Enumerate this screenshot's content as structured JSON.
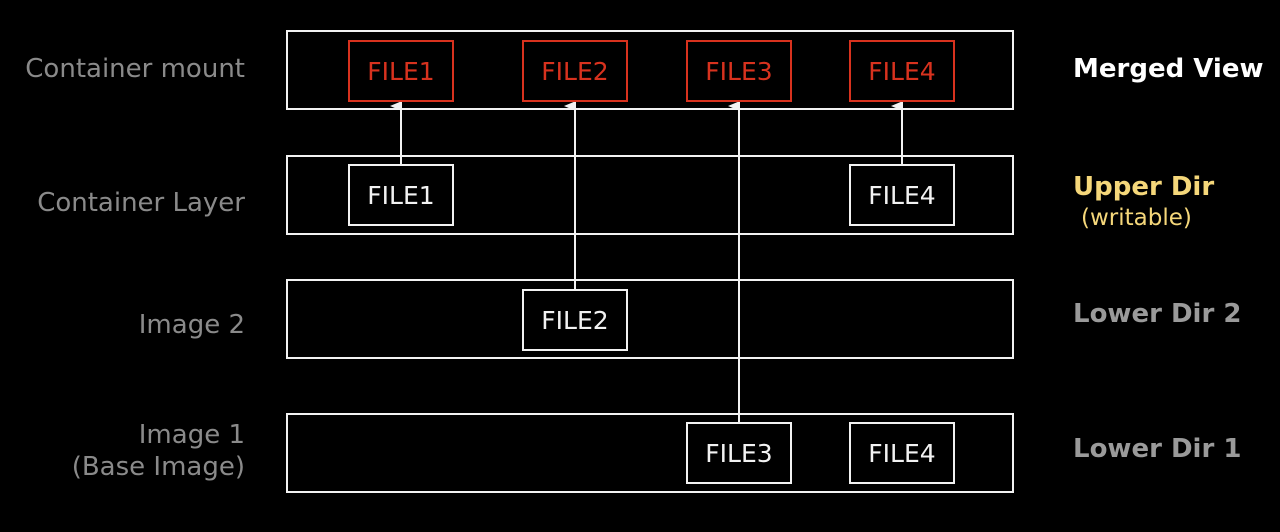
{
  "layers": [
    {
      "left_label": "Container mount",
      "right_label": "Merged View",
      "right_sub": "",
      "right_color": "#ffffff"
    },
    {
      "left_label": "Container Layer",
      "right_label": "Upper Dir",
      "right_sub": "(writable)",
      "right_color": "#f5d77a"
    },
    {
      "left_label": "Image 2",
      "right_label": "Lower Dir 2",
      "right_sub": "",
      "right_color": "#9a9a9a"
    },
    {
      "left_label": "Image 1",
      "left_sub": "(Base Image)",
      "right_label": "Lower Dir 1",
      "right_sub": "",
      "right_color": "#9a9a9a"
    }
  ],
  "files": {
    "merged": [
      "FILE1",
      "FILE2",
      "FILE3",
      "FILE4"
    ],
    "upper": [
      "FILE1",
      "FILE4"
    ],
    "lower2": [
      "FILE2"
    ],
    "lower1": [
      "FILE3",
      "FILE4"
    ]
  },
  "colors": {
    "merged_file": "#d8321e",
    "box_stroke": "#f2f2f2",
    "left_label": "#8a8a8a"
  }
}
